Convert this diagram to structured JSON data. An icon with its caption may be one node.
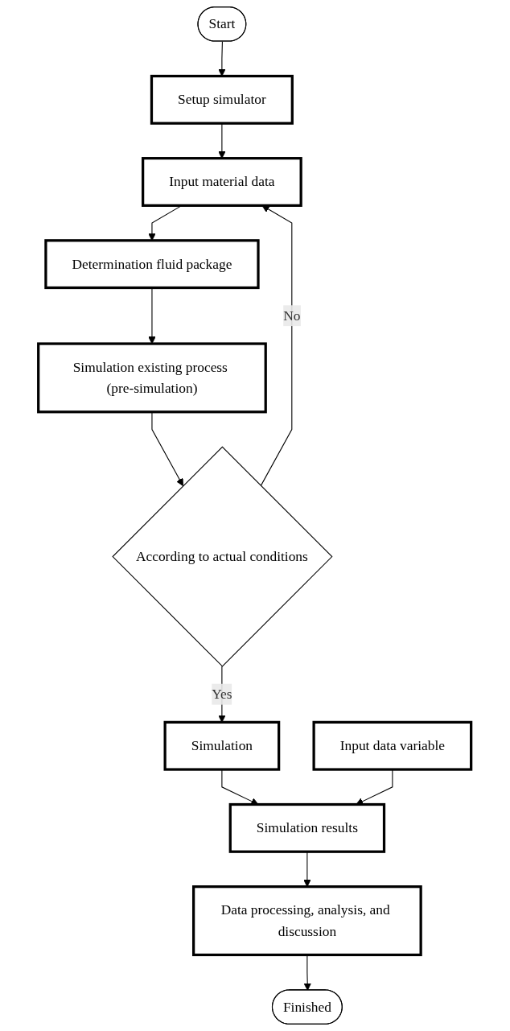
{
  "diagram": {
    "nodes": [
      {
        "text": [
          "Start"
        ]
      },
      {
        "text": [
          "Setup simulator"
        ]
      },
      {
        "text": [
          "Input material data"
        ]
      },
      {
        "text": [
          "Determination fluid package"
        ]
      },
      {
        "text": [
          "Simulation existing process (pre-simulation)"
        ]
      },
      {
        "text": [
          "According to actual conditions"
        ]
      },
      {
        "text": [
          "Simulation"
        ]
      },
      {
        "text": [
          "Simulation results"
        ]
      },
      {
        "text": [
          "Input data variable"
        ]
      },
      {
        "text": [
          "Data processing, analysis, and discussion"
        ]
      },
      {
        "text": [
          "Finished"
        ]
      }
    ],
    "edges": [
      {
        "from": 0,
        "to": 1,
        "arrow": "to"
      },
      {
        "from": 1,
        "to": 2,
        "arrow": "to"
      },
      {
        "from": 2,
        "to": 3,
        "arrow": "to"
      },
      {
        "from": 3,
        "to": 4,
        "arrow": "to"
      },
      {
        "from": 4,
        "to": 5,
        "arrow": "to"
      },
      {
        "from": 5,
        "to": 2,
        "arrow": "to",
        "label": "No"
      },
      {
        "from": 5,
        "to": 6,
        "arrow": "to",
        "label": "Yes"
      },
      {
        "from": 6,
        "to": 7,
        "arrow": "to"
      },
      {
        "from": 8,
        "to": 7,
        "arrow": "to"
      },
      {
        "from": 7,
        "to": 9,
        "arrow": "to"
      },
      {
        "from": 9,
        "to": 10,
        "arrow": "to"
      }
    ]
  }
}
